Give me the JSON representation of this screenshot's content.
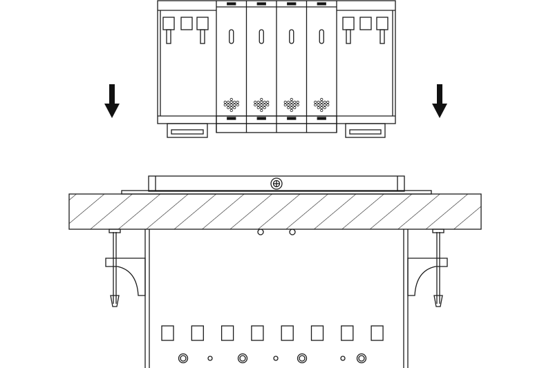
{
  "diagram": {
    "description_kind": "installation-drawing",
    "arrow_icons": [
      "arrow-down-icon",
      "arrow-down-icon"
    ],
    "colors": {
      "line": "#1a1a1a",
      "background": "#ffffff"
    },
    "slot_modules": 4,
    "square_holes": 8,
    "round_holes_large": 4,
    "round_holes_small": 3
  }
}
